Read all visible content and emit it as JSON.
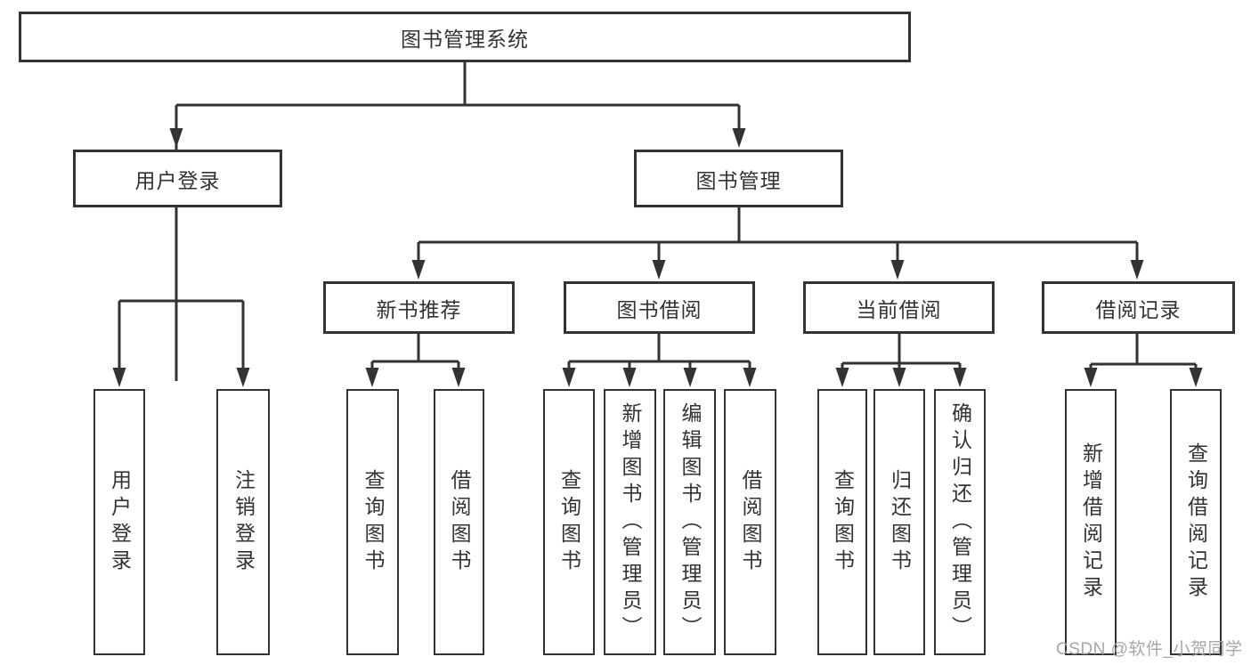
{
  "diagram": {
    "title": "图书管理系统",
    "root": {
      "label": "图书管理系统"
    },
    "level2": [
      {
        "label": "用户登录"
      },
      {
        "label": "图书管理"
      }
    ],
    "level3": [
      {
        "label": "新书推荐"
      },
      {
        "label": "图书借阅"
      },
      {
        "label": "当前借阅"
      },
      {
        "label": "借阅记录"
      }
    ],
    "leaves": [
      {
        "label": "用户登录",
        "parent": "用户登录"
      },
      {
        "label": "注销登录",
        "parent": "用户登录"
      },
      {
        "label": "查询图书",
        "parent": "新书推荐"
      },
      {
        "label": "借阅图书",
        "parent": "新书推荐"
      },
      {
        "label": "查询图书",
        "parent": "图书借阅"
      },
      {
        "label": "新增图书（管理员）",
        "parent": "图书借阅"
      },
      {
        "label": "编辑图书（管理员）",
        "parent": "图书借阅"
      },
      {
        "label": "借阅图书",
        "parent": "图书借阅"
      },
      {
        "label": "查询图书",
        "parent": "当前借阅"
      },
      {
        "label": "归还图书",
        "parent": "当前借阅"
      },
      {
        "label": "确认归还（管理员）",
        "parent": "当前借阅"
      },
      {
        "label": "新增借阅记录",
        "parent": "借阅记录"
      },
      {
        "label": "查询借阅记录",
        "parent": "借阅记录"
      }
    ],
    "watermark": "CSDN @软件_小贺同学",
    "colors": {
      "line": "#333333",
      "text": "#333333",
      "box_background": "#ffffff",
      "watermark": "#a2a2a2",
      "background": "#ffffff"
    }
  }
}
